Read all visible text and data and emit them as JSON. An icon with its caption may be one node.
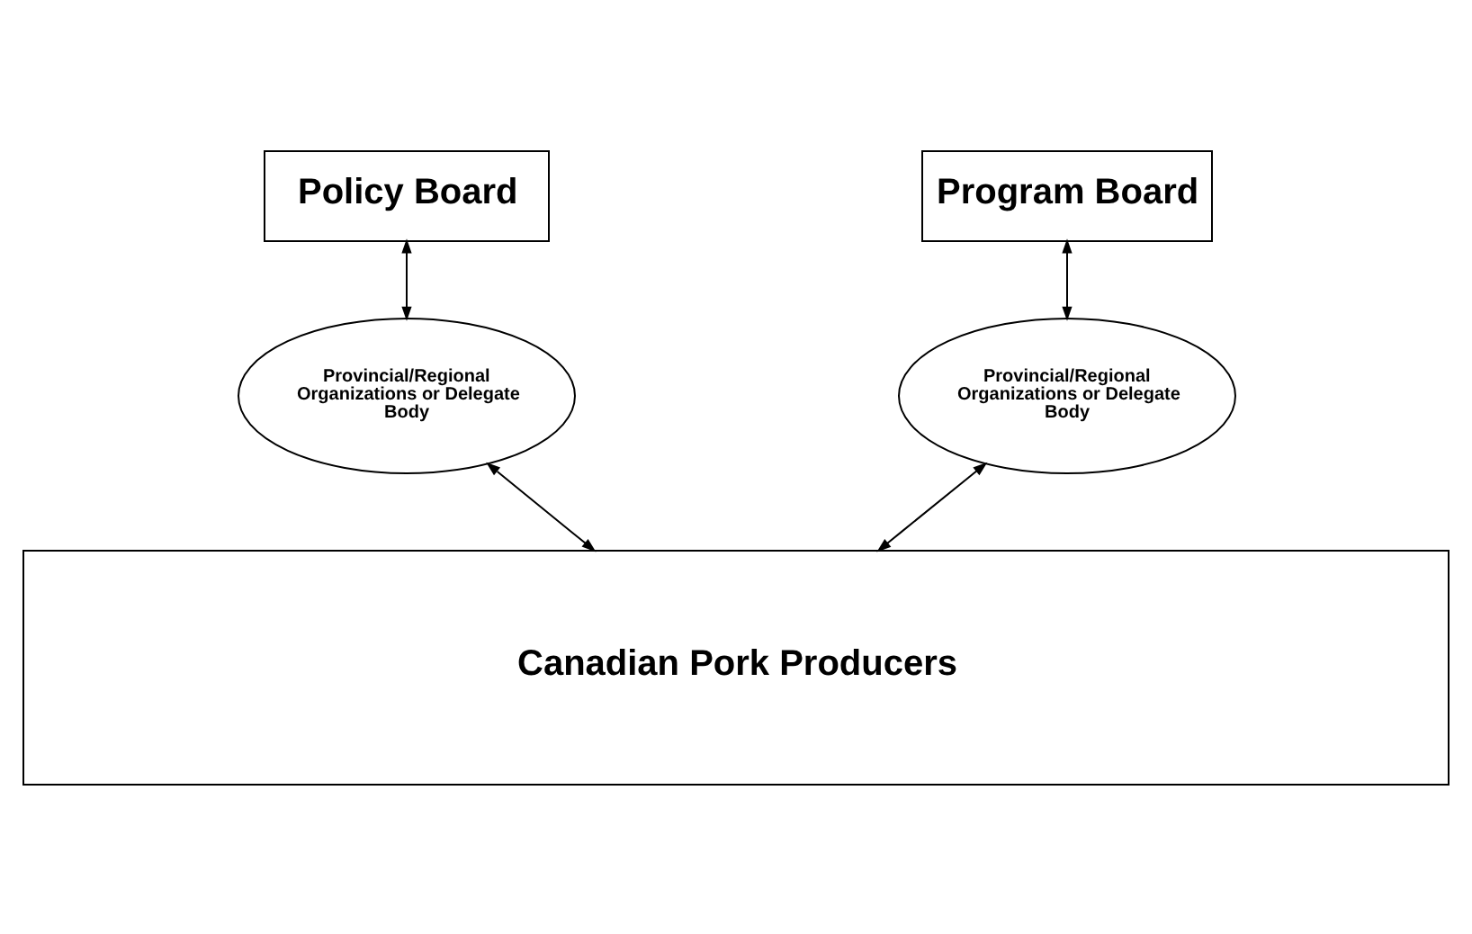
{
  "diagram": {
    "nodes": [
      {
        "text": [
          "Policy Board"
        ]
      },
      {
        "text": [
          "Program Board"
        ]
      },
      {
        "text": [
          "Provincial/Regional Organizations or Delegate Body"
        ]
      },
      {
        "text": [
          "Provincial/Regional Organizations or Delegate Body"
        ]
      },
      {
        "text": [
          "Canadian Pork Producers"
        ]
      }
    ],
    "edges": [
      {
        "from": 0,
        "to": 2,
        "arrow": "both"
      },
      {
        "from": 1,
        "to": 3,
        "arrow": "both"
      },
      {
        "from": 2,
        "to": 4,
        "arrow": "both"
      },
      {
        "from": 3,
        "to": 4,
        "arrow": "both"
      }
    ]
  }
}
